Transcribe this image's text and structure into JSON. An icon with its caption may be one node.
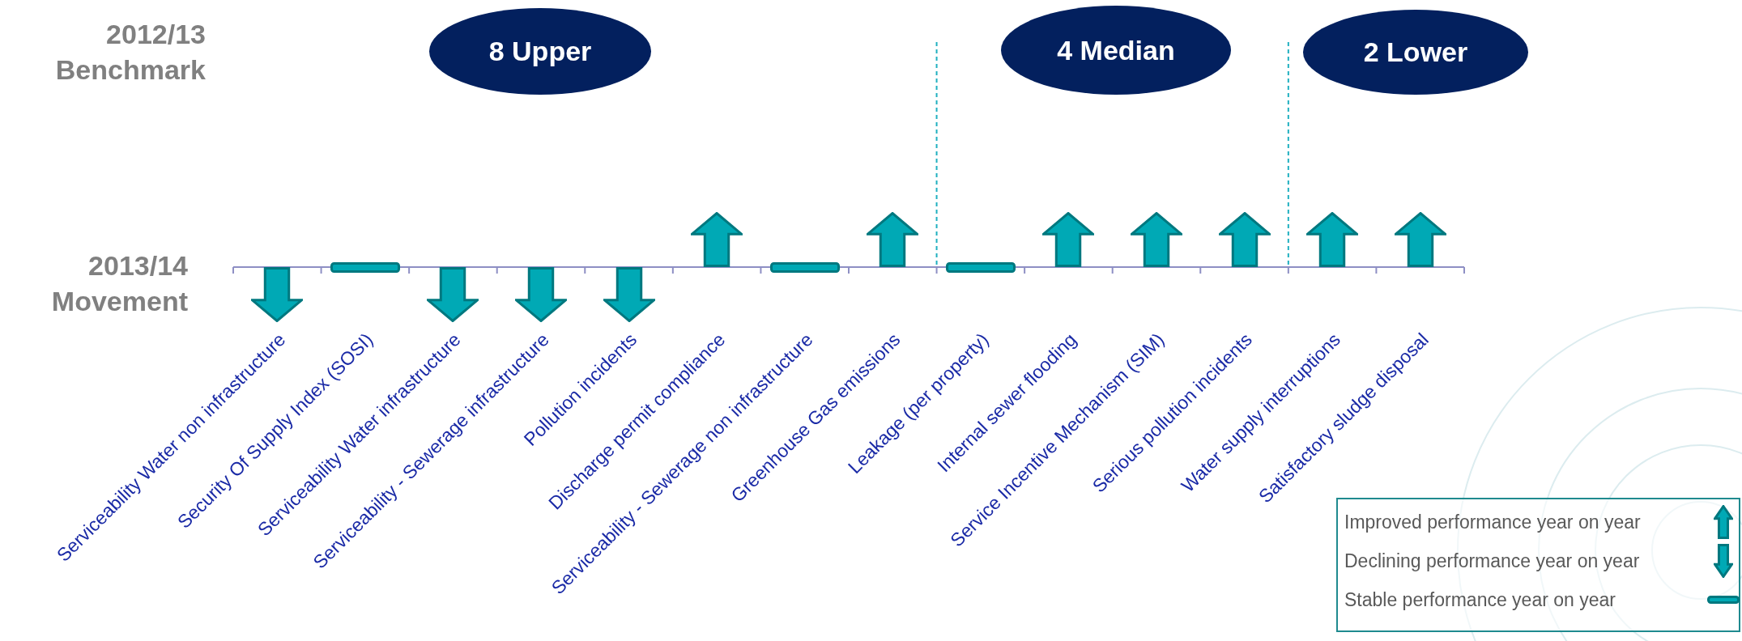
{
  "diagram": {
    "nodes": [
      {
        "text": [
          "8 Upper"
        ]
      },
      {
        "text": [
          "4 Median"
        ]
      },
      {
        "text": [
          "2 Lower"
        ]
      }
    ],
    "labels": [
      "2012/13 Benchmark",
      "2013/14 Movement",
      "Serviceability Water non infrastructure",
      "Security Of Supply Index (SOSI)",
      "Serviceability Water infrastructure",
      "Serviceability - Sewerage infrastructure",
      "Pollution incidents",
      "Discharge permit compliance",
      "Serviceability - Sewerage non infrastructure",
      "Greenhouse Gas emissions",
      "Leakage (per property)",
      "Internal sewer flooding",
      "Service Incentive Mechanism (SIM)",
      "Serious pollution incidents",
      "Water supply interruptions",
      "Satisfactory sludge disposal"
    ],
    "legend": [
      {
        "text": "Improved performance year on year"
      },
      {
        "text": "Declining performance year on year"
      },
      {
        "text": "Stable performance year on year"
      }
    ]
  }
}
